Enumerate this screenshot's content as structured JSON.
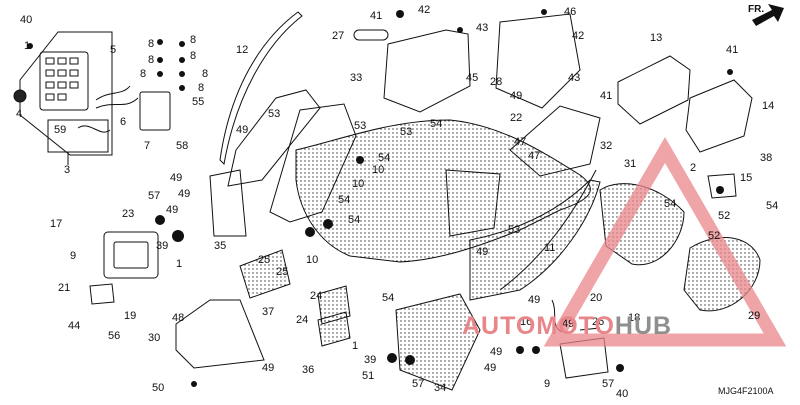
{
  "diagram": {
    "code": "MJG4F2100A",
    "direction": "FR.",
    "labels": [
      {
        "id": "l1",
        "text": "40"
      },
      {
        "id": "l2",
        "text": "1"
      },
      {
        "id": "l3",
        "text": "5"
      },
      {
        "id": "l4",
        "text": "8"
      },
      {
        "id": "l5",
        "text": "8"
      },
      {
        "id": "l6",
        "text": "8"
      },
      {
        "id": "l7",
        "text": "8"
      },
      {
        "id": "l8",
        "text": "8"
      },
      {
        "id": "l9",
        "text": "8"
      },
      {
        "id": "l10",
        "text": "8"
      },
      {
        "id": "l11",
        "text": "12"
      },
      {
        "id": "l12",
        "text": "41"
      },
      {
        "id": "l13",
        "text": "42"
      },
      {
        "id": "l14",
        "text": "43"
      },
      {
        "id": "l15",
        "text": "27"
      },
      {
        "id": "l16",
        "text": "46"
      },
      {
        "id": "l17",
        "text": "42"
      },
      {
        "id": "l18",
        "text": "13"
      },
      {
        "id": "l19",
        "text": "41"
      },
      {
        "id": "l20",
        "text": "14"
      },
      {
        "id": "l21",
        "text": "4"
      },
      {
        "id": "l22",
        "text": "6"
      },
      {
        "id": "l23",
        "text": "7"
      },
      {
        "id": "l24",
        "text": "55"
      },
      {
        "id": "l25",
        "text": "58"
      },
      {
        "id": "l26",
        "text": "59"
      },
      {
        "id": "l27",
        "text": "3"
      },
      {
        "id": "l28",
        "text": "33"
      },
      {
        "id": "l29",
        "text": "45"
      },
      {
        "id": "l30",
        "text": "28"
      },
      {
        "id": "l31",
        "text": "49"
      },
      {
        "id": "l32",
        "text": "22"
      },
      {
        "id": "l33",
        "text": "43"
      },
      {
        "id": "l34",
        "text": "41"
      },
      {
        "id": "l35",
        "text": "53"
      },
      {
        "id": "l36",
        "text": "53"
      },
      {
        "id": "l37",
        "text": "54"
      },
      {
        "id": "l38",
        "text": "53"
      },
      {
        "id": "l39",
        "text": "47"
      },
      {
        "id": "l40",
        "text": "47"
      },
      {
        "id": "l41",
        "text": "32"
      },
      {
        "id": "l42",
        "text": "31"
      },
      {
        "id": "l43",
        "text": "2"
      },
      {
        "id": "l44",
        "text": "38"
      },
      {
        "id": "l45",
        "text": "15"
      },
      {
        "id": "l46",
        "text": "49"
      },
      {
        "id": "l47",
        "text": "49"
      },
      {
        "id": "l48",
        "text": "54"
      },
      {
        "id": "l49",
        "text": "10"
      },
      {
        "id": "l50",
        "text": "10"
      },
      {
        "id": "l51",
        "text": "54"
      },
      {
        "id": "l52",
        "text": "49"
      },
      {
        "id": "l53",
        "text": "54"
      },
      {
        "id": "l54",
        "text": "57"
      },
      {
        "id": "l55",
        "text": "49"
      },
      {
        "id": "l56",
        "text": "17"
      },
      {
        "id": "l57",
        "text": "23"
      },
      {
        "id": "l58",
        "text": "39"
      },
      {
        "id": "l59",
        "text": "1"
      },
      {
        "id": "l60",
        "text": "9"
      },
      {
        "id": "l61",
        "text": "35"
      },
      {
        "id": "l62",
        "text": "25"
      },
      {
        "id": "l63",
        "text": "25"
      },
      {
        "id": "l64",
        "text": "10"
      },
      {
        "id": "l65",
        "text": "53"
      },
      {
        "id": "l66",
        "text": "49"
      },
      {
        "id": "l67",
        "text": "11"
      },
      {
        "id": "l68",
        "text": "54"
      },
      {
        "id": "l69",
        "text": "52"
      },
      {
        "id": "l70",
        "text": "52"
      },
      {
        "id": "l71",
        "text": "54"
      },
      {
        "id": "l72",
        "text": "21"
      },
      {
        "id": "l73",
        "text": "19"
      },
      {
        "id": "l74",
        "text": "44"
      },
      {
        "id": "l75",
        "text": "56"
      },
      {
        "id": "l76",
        "text": "37"
      },
      {
        "id": "l77",
        "text": "48"
      },
      {
        "id": "l78",
        "text": "24"
      },
      {
        "id": "l79",
        "text": "24"
      },
      {
        "id": "l80",
        "text": "54"
      },
      {
        "id": "l81",
        "text": "49"
      },
      {
        "id": "l82",
        "text": "20"
      },
      {
        "id": "l83",
        "text": "30"
      },
      {
        "id": "l84",
        "text": "16"
      },
      {
        "id": "l85",
        "text": "49"
      },
      {
        "id": "l86",
        "text": "26"
      },
      {
        "id": "l87",
        "text": "18"
      },
      {
        "id": "l88",
        "text": "29"
      },
      {
        "id": "l89",
        "text": "1"
      },
      {
        "id": "l90",
        "text": "39"
      },
      {
        "id": "l91",
        "text": "36"
      },
      {
        "id": "l92",
        "text": "49"
      },
      {
        "id": "l93",
        "text": "51"
      },
      {
        "id": "l94",
        "text": "57"
      },
      {
        "id": "l95",
        "text": "49"
      },
      {
        "id": "l96",
        "text": "49"
      },
      {
        "id": "l97",
        "text": "50"
      },
      {
        "id": "l98",
        "text": "34"
      },
      {
        "id": "l99",
        "text": "9"
      },
      {
        "id": "l100",
        "text": "57"
      },
      {
        "id": "l101",
        "text": "40"
      }
    ]
  },
  "watermark": {
    "text_a": "AUTOMOTO",
    "text_b": "HUB",
    "color_a": "#e9868a",
    "color_b": "#8f8f8f"
  }
}
